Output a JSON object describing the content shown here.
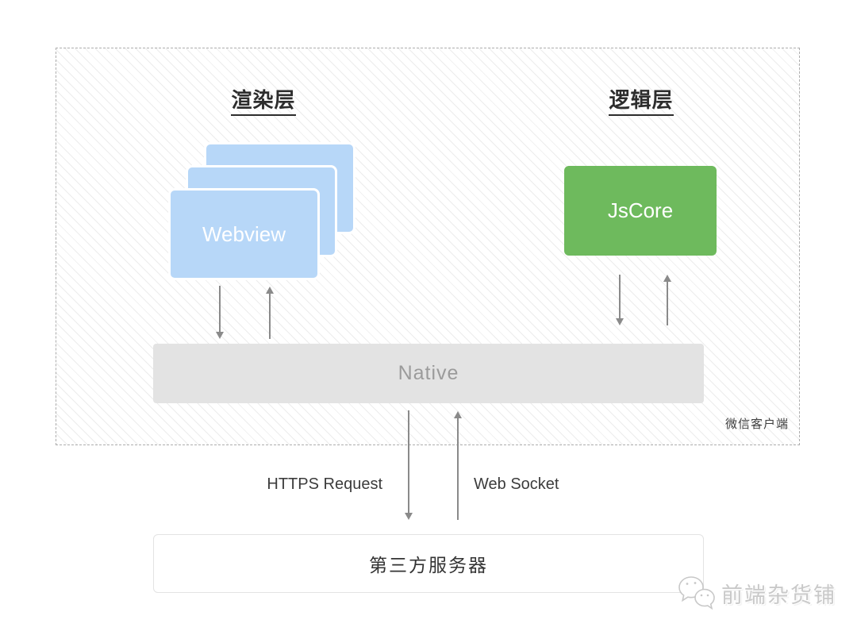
{
  "client": {
    "label": "微信客户端",
    "render_layer": {
      "title": "渲染层",
      "card_label": "Webview"
    },
    "logic_layer": {
      "title": "逻辑层",
      "card_label": "JsCore"
    },
    "native_label": "Native"
  },
  "network": {
    "https_label": "HTTPS Request",
    "websocket_label": "Web Socket"
  },
  "server": {
    "label": "第三方服务器"
  },
  "watermark": {
    "text": "前端杂货铺",
    "icon": "wechat-logo-icon"
  },
  "colors": {
    "webview_blue": "#b7d7f8",
    "jscore_green": "#6eba5d",
    "native_gray": "#e3e3e3",
    "native_text": "#9b9b9b",
    "arrow_gray": "#8a8a8a",
    "hatch_line": "#ececec",
    "dash_border": "#adadad",
    "title_ink": "#2d2d2d",
    "label_ink": "#3c3c3c",
    "watermark_gray": "#c9c9c9"
  }
}
